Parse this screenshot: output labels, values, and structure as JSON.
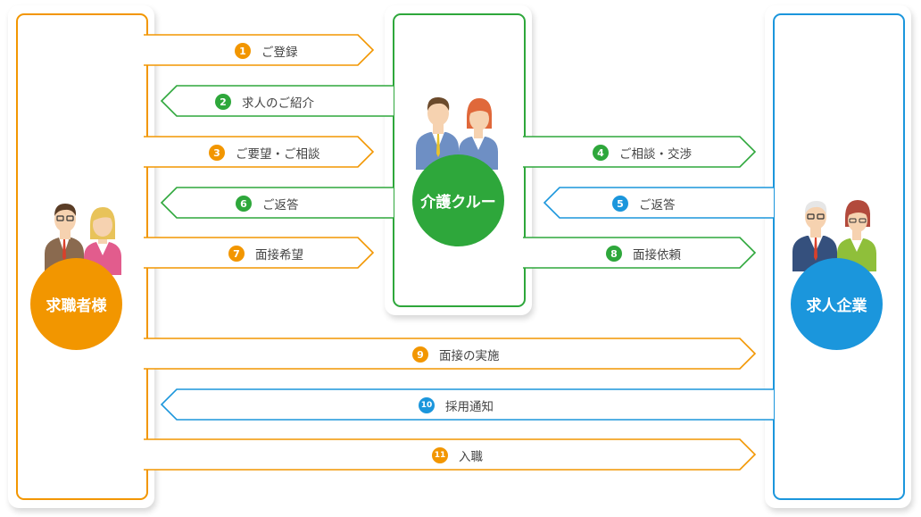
{
  "nodes": {
    "seeker": {
      "label": "求職者様",
      "color": "#f29600"
    },
    "agency": {
      "label": "介護クルー",
      "color": "#2ea73b"
    },
    "company": {
      "label": "求人企業",
      "color": "#1b96dc"
    }
  },
  "steps": [
    {
      "num": "1",
      "text": "ご登録",
      "color": "orange"
    },
    {
      "num": "2",
      "text": "求人のご紹介",
      "color": "green"
    },
    {
      "num": "3",
      "text": "ご要望・ご相談",
      "color": "orange"
    },
    {
      "num": "4",
      "text": "ご相談・交渉",
      "color": "green"
    },
    {
      "num": "5",
      "text": "ご返答",
      "color": "blue"
    },
    {
      "num": "6",
      "text": "ご返答",
      "color": "green"
    },
    {
      "num": "7",
      "text": "面接希望",
      "color": "orange"
    },
    {
      "num": "8",
      "text": "面接依頼",
      "color": "green"
    },
    {
      "num": "9",
      "text": "面接の実施",
      "color": "orange"
    },
    {
      "num": "10",
      "text": "採用通知",
      "color": "blue"
    },
    {
      "num": "11",
      "text": "入職",
      "color": "orange"
    }
  ]
}
